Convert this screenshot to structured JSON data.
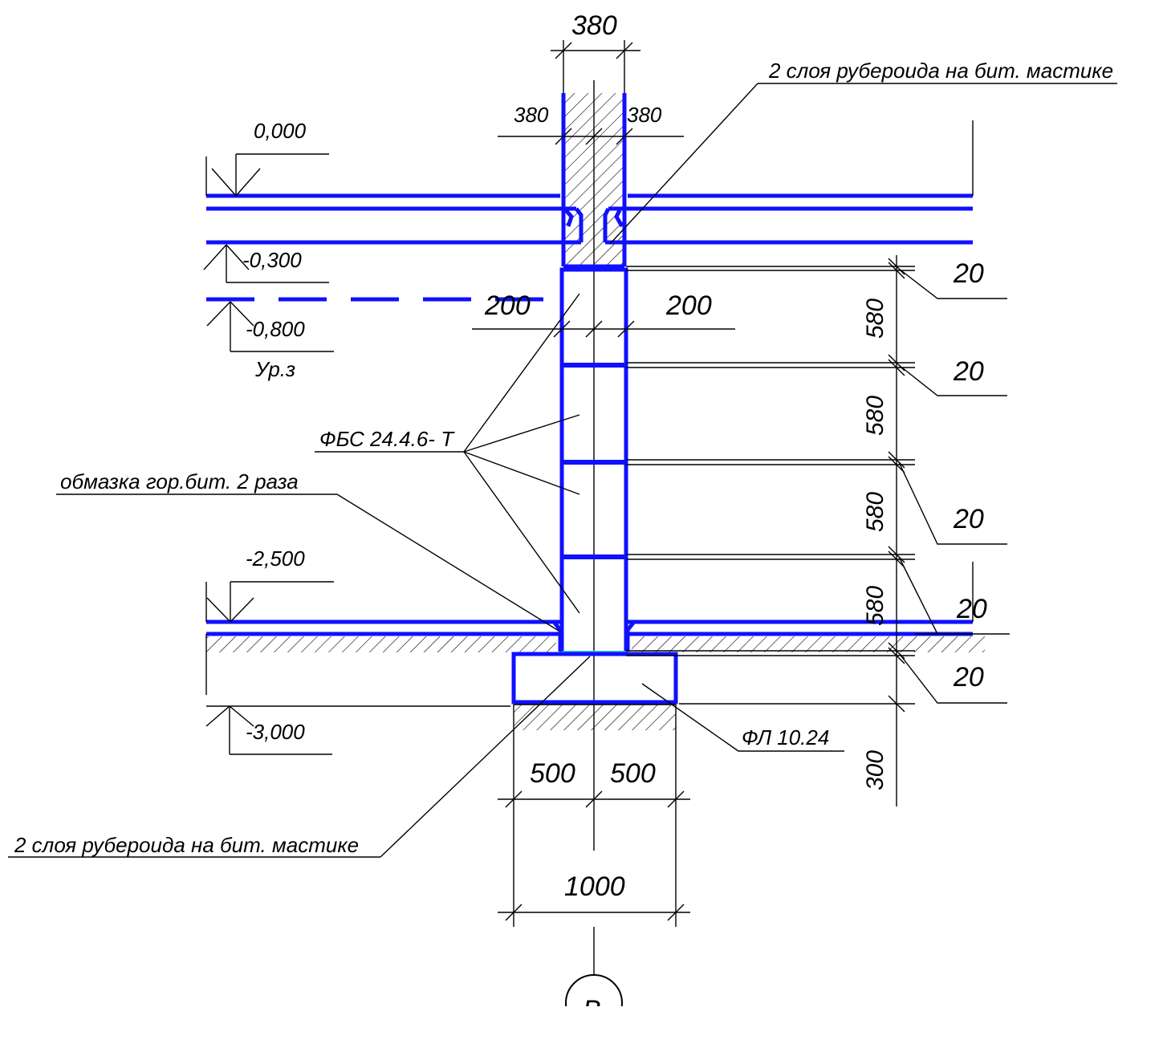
{
  "dimensions": {
    "wall_top": "380",
    "wall_left": "380",
    "wall_right": "380",
    "block_left": "200",
    "block_right": "200",
    "block_height": "580",
    "joint": "20",
    "slab_left": "500",
    "slab_right": "500",
    "slab_width": "1000",
    "slab_height": "300"
  },
  "levels": {
    "floor": "0,000",
    "slab_bottom": "-0,300",
    "ground": "-0,800",
    "ground_label": "Ур.з",
    "basement": "-2,500",
    "foundation": "-3,000"
  },
  "callouts": {
    "waterproof_top": "2 слоя рубероида на бит. мастике",
    "waterproof_bottom": "2 слоя рубероида на бит. мастике",
    "blocks": "ФБС 24.4.6- Т",
    "coating": "обмазка гор.бит. 2 раза",
    "slab": "ФЛ 10.24"
  },
  "axis": {
    "label": "В"
  },
  "colors": {
    "structure": "#1010ff",
    "waterproof_layer": "#20c8c8",
    "lines": "#000000"
  }
}
